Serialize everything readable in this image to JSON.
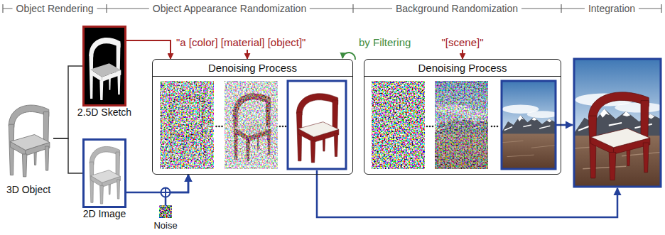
{
  "diagram": {
    "nodes": [
      {
        "text": [
          "3D Object"
        ]
      },
      {
        "text": [
          "2.5D Sketch"
        ]
      },
      {
        "text": [
          "2D Image"
        ]
      },
      {
        "text": [
          "Noise"
        ]
      },
      {
        "text": [
          "Denoising Process"
        ]
      },
      {
        "text": [
          "Denoising Process"
        ]
      }
    ],
    "edges": [
      {
        "from": 0,
        "to": 1,
        "arrow": "none"
      },
      {
        "from": 0,
        "to": 2,
        "arrow": "none"
      },
      {
        "from": 1,
        "to": 4,
        "arrow": "to"
      },
      {
        "from": 2,
        "to": 4,
        "arrow": "to"
      },
      {
        "from": 3,
        "to": 4,
        "arrow": "to"
      }
    ],
    "labels": [
      "Object Rendering",
      "Object Appearance Randomization",
      "Background Randomization",
      "Integration",
      "\"a [color] [material] [object]\"",
      "by Filtering",
      "\"[scene]\""
    ]
  }
}
